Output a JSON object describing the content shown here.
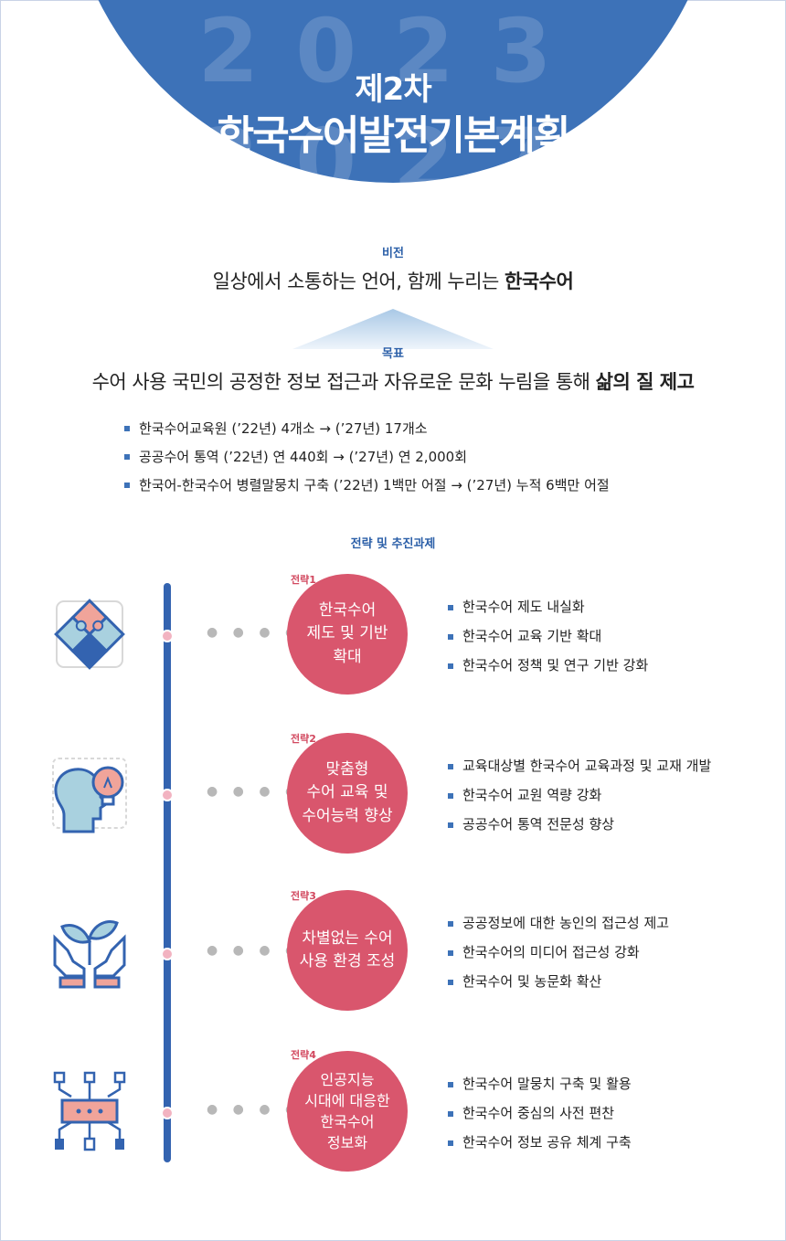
{
  "header": {
    "year_start": "2023",
    "year_end": "2027",
    "subtitle": "제2차",
    "title": "한국수어발전기본계획"
  },
  "vision": {
    "label": "비전",
    "text": "일상에서 소통하는 언어, 함께 누리는 ",
    "text_bold": "한국수어"
  },
  "goal": {
    "label": "목표",
    "text": "수어 사용 국민의 공정한 정보 접근과 자유로운 문화 누림을 통해 ",
    "text_bold": "삶의 질 제고",
    "items": [
      "한국수어교육원 (’22년) 4개소 → (’27년) 17개소",
      "공공수어 통역 (’22년) 연 440회 → (’27년) 연 2,000회",
      "한국어-한국수어 병렬말뭉치 구축 (’22년) 1백만 어절 → (’27년) 누적 6백만 어절"
    ]
  },
  "strategy": {
    "label": "전략 및 추진과제",
    "items": [
      {
        "tag": "전략1",
        "name": "한국수어\n제도 및 기반\n확대",
        "icon": "puzzle-icon",
        "tasks": [
          "한국수어 제도 내실화",
          "한국수어 교육 기반 확대",
          "한국수어 정책 및 연구 기반 강화"
        ]
      },
      {
        "tag": "전략2",
        "name": "맞춤형\n수어 교육 및\n수어능력 향상",
        "icon": "head-lightbulb-icon",
        "tasks": [
          "교육대상별 한국수어 교육과정 및 교재 개발",
          "한국수어 교원 역량 강화",
          "공공수어 통역 전문성 향상"
        ]
      },
      {
        "tag": "전략3",
        "name": "차별없는 수어\n사용 환경 조성",
        "icon": "hands-sprout-icon",
        "tasks": [
          "공공정보에 대한 농인의 접근성 제고",
          "한국수어의 미디어 접근성 강화",
          "한국수어 및 농문화 확산"
        ]
      },
      {
        "tag": "전략4",
        "name": "인공지능\n시대에 대응한\n한국수어\n정보화",
        "icon": "network-icon",
        "tasks": [
          "한국수어 말뭉치 구축 및 활용",
          "한국수어 중심의 사전 편찬",
          "한국수어 정보 공유 체계 구축"
        ]
      }
    ]
  },
  "colors": {
    "primary_blue": "#3d72b8",
    "strategy_pink": "#d9566d",
    "light_blue": "#a9d1df",
    "salmon": "#f0a49a"
  }
}
